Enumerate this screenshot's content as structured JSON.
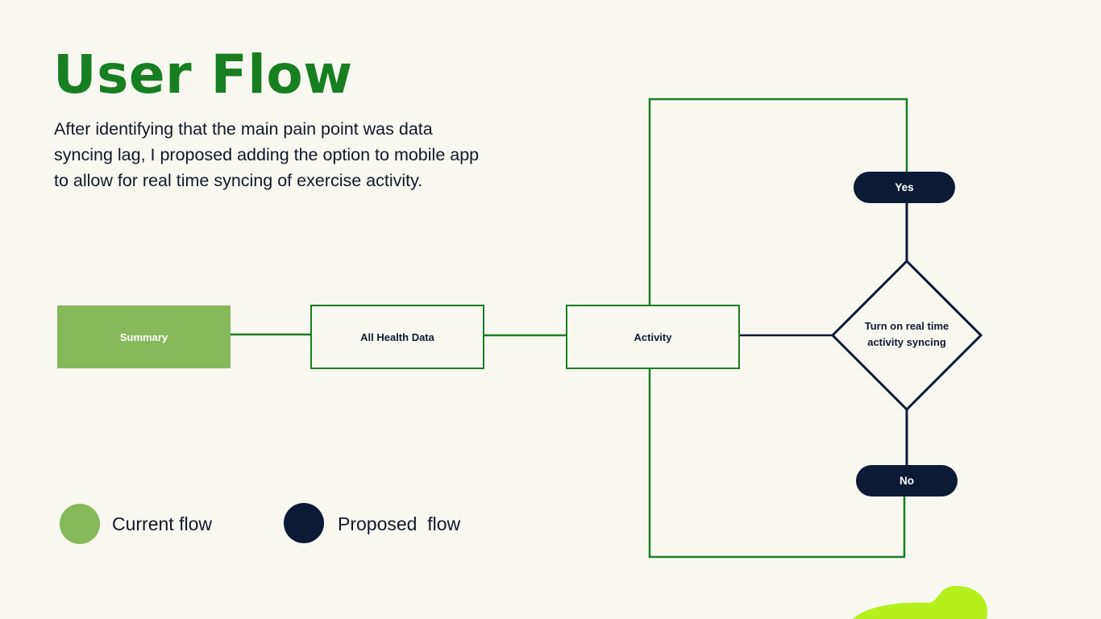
{
  "header": {
    "title": "User Flow",
    "description": "After identifying that the main pain point was data syncing lag, I proposed adding the option to mobile app to allow for real time syncing of exercise activity."
  },
  "flow": {
    "nodes": {
      "summary": "Summary",
      "all_health_data": "All Health Data",
      "activity": "Activity",
      "decision_line1": "Turn on real time",
      "decision_line2": "activity syncing",
      "yes": "Yes",
      "no": "No"
    }
  },
  "legend": {
    "current": "Current flow",
    "proposed": "Proposed  flow"
  },
  "colors": {
    "current_flow": "#86b95a",
    "proposed_flow": "#0c1a36",
    "title": "#177f22",
    "connector": "#177f22",
    "blob": "#b5f01d"
  }
}
